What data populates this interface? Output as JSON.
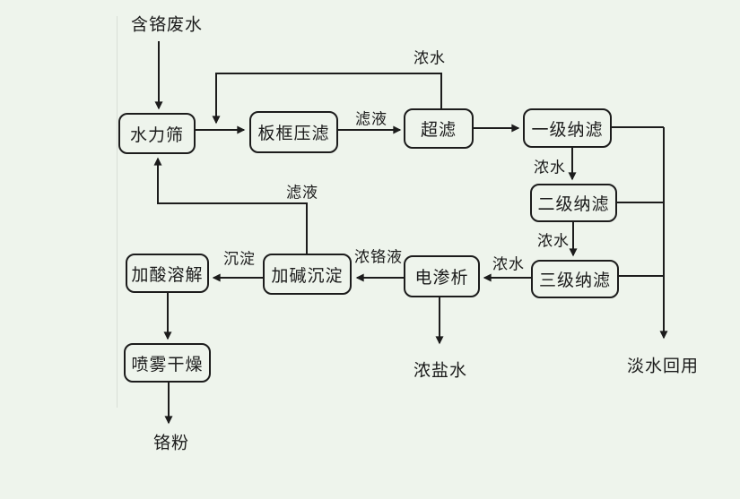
{
  "diagram": {
    "type": "flowchart",
    "subject": "chromium-containing wastewater treatment process",
    "colors": {
      "background": "#eef4ec",
      "line": "#1c1c1c",
      "text": "#1b1b1b"
    },
    "nodes": {
      "source": "含铬废水",
      "hydraulic_sieve": "水力筛",
      "plate_frame_press_filter": "板框压滤",
      "ultrafiltration": "超滤",
      "nanofiltration_stage1": "一级纳滤",
      "nanofiltration_stage2": "二级纳滤",
      "nanofiltration_stage3": "三级纳滤",
      "electrodialysis": "电渗析",
      "alkali_precipitation": "加碱沉淀",
      "acid_dissolution": "加酸溶解",
      "spray_drying": "喷雾干燥"
    },
    "outputs": {
      "chromium_powder": "铬粉",
      "concentrated_brine": "浓盐水",
      "fresh_water_reuse": "淡水回用"
    },
    "edge_labels": {
      "uf_concentrate_recycle": "浓水",
      "press_filtrate": "滤液",
      "nf1_concentrate": "浓水",
      "nf2_concentrate": "浓水",
      "nf3_concentrate": "浓水",
      "concentrated_chromium_liquor": "浓铬液",
      "precipitate": "沉淀",
      "filtrate_return": "滤液"
    }
  }
}
